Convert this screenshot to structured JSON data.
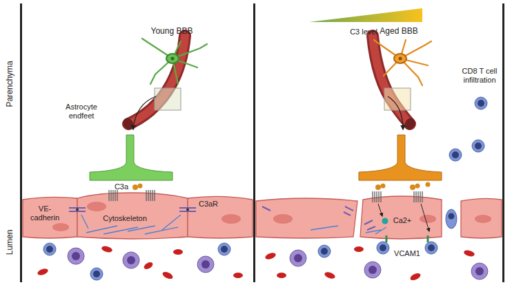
{
  "diagram": {
    "labels": [
      "Young BBB",
      "C3 level",
      "Aged BBB",
      "Parenchyma",
      "Lumen",
      "Astrocyte endfeet",
      "C3a",
      "C3aR",
      "VE- cadherin",
      "Cytoskeleton",
      "CD8 T cell infiltration",
      "Ca2+",
      "VCAM1"
    ]
  }
}
